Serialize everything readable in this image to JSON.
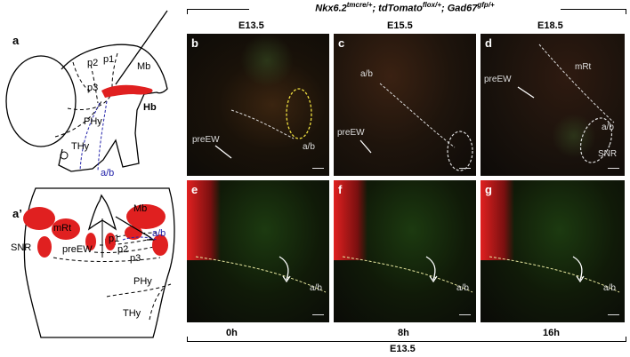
{
  "left": {
    "panel_a_label": "a",
    "panel_a_prime_label": "a’",
    "diagram_a": {
      "labels": [
        "p2",
        "p1",
        "p3",
        "Mb",
        "Hb",
        "PHy",
        "THy",
        "a/b"
      ]
    },
    "diagram_a_prime": {
      "labels": [
        "Mb",
        "mRt",
        "a/b",
        "SNR",
        "preEW",
        "p1",
        "p2",
        "p3",
        "PHy",
        "THy"
      ]
    }
  },
  "right": {
    "title": {
      "gene1": "Nkx6.2",
      "sup1": "tmcre/+",
      "sep1": "; ",
      "gene2": "tdTomato",
      "sup2": "flox/+",
      "sep2": "; ",
      "gene3": "Gad67",
      "sup3": "gfp/+"
    },
    "stages": [
      "E13.5",
      "E15.5",
      "E18.5"
    ],
    "panels": [
      {
        "id": "b",
        "texts": [
          "preEW",
          "a/b"
        ]
      },
      {
        "id": "c",
        "texts": [
          "a/b",
          "preEW"
        ]
      },
      {
        "id": "d",
        "texts": [
          "mRt",
          "preEW",
          "a/b",
          "SNR"
        ]
      },
      {
        "id": "e",
        "texts": [
          "a/b"
        ]
      },
      {
        "id": "f",
        "texts": [
          "a/b"
        ]
      },
      {
        "id": "g",
        "texts": [
          "a/b"
        ]
      }
    ],
    "times": [
      "0h",
      "8h",
      "16h"
    ],
    "bottom_stage": "E13.5"
  }
}
